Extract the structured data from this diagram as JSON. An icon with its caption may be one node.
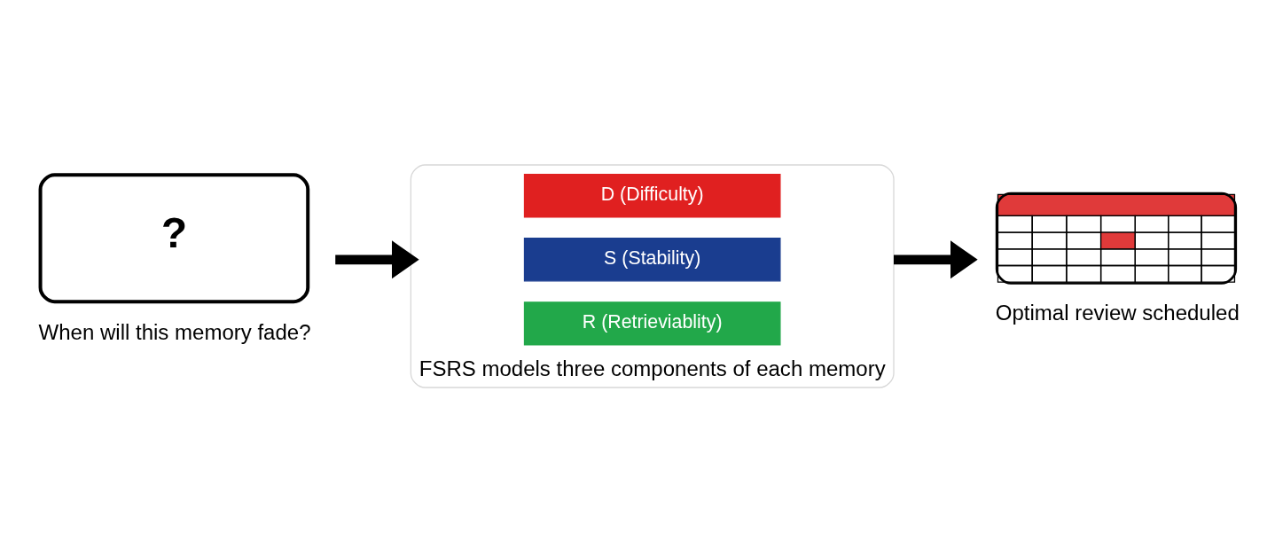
{
  "diagram": {
    "nodes": [
      {
        "text": [
          "?"
        ],
        "beside": [
          "When will this memory fade?"
        ]
      },
      {
        "text": [
          "FSRS models three components of each memory"
        ]
      },
      {
        "text": [
          "D (Difficulty)"
        ],
        "in": 1
      },
      {
        "text": [
          "S (Stability)"
        ],
        "in": 1
      },
      {
        "text": [
          "R (Retrieviablity)"
        ],
        "in": 1
      },
      {
        "text": [],
        "shape": "picture",
        "beside": [
          "Optimal review scheduled"
        ]
      }
    ],
    "edges": [
      {
        "from": 0,
        "to": 1,
        "arrow": "to"
      },
      {
        "from": 1,
        "to": 5,
        "arrow": "to"
      }
    ]
  }
}
